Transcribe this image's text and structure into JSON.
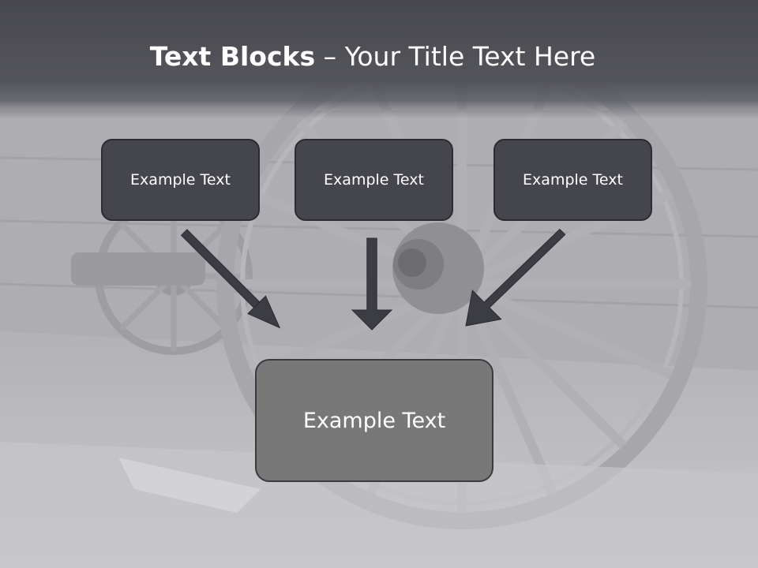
{
  "title": {
    "bold": "Text Blocks",
    "rest": " – Your Title Text Here"
  },
  "blocks": {
    "top": [
      "Example Text",
      "Example Text",
      "Example Text"
    ],
    "bottom": "Example Text"
  },
  "colors": {
    "title_band": "#4b4b52",
    "small_box": "#45454d",
    "bottom_box": "#787878",
    "arrow": "#3c3c44",
    "text": "#ffffff"
  }
}
